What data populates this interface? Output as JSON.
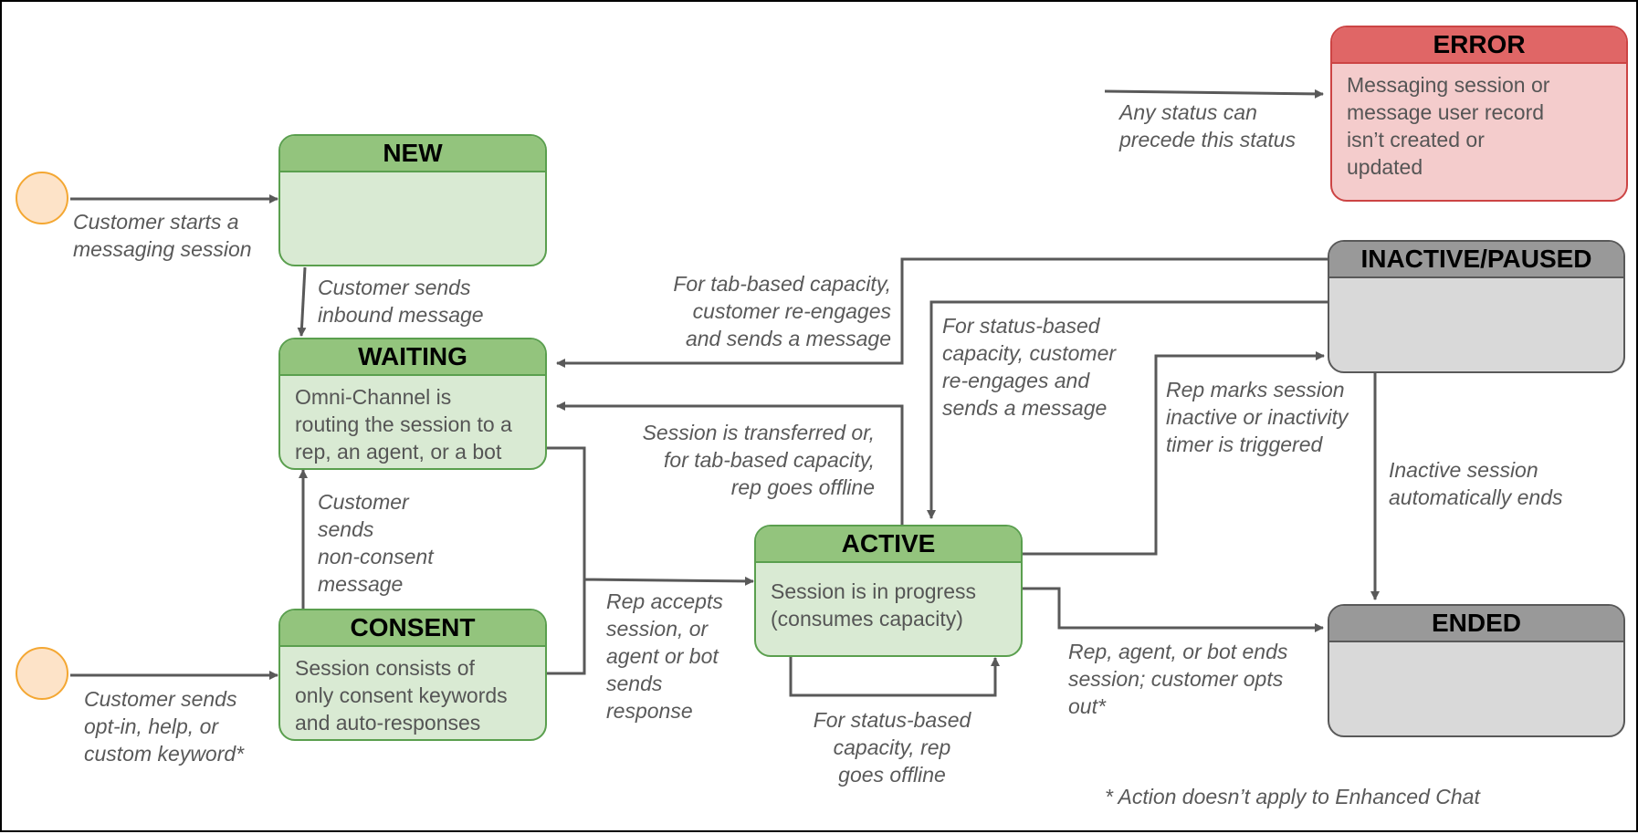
{
  "states": {
    "new": {
      "title": "NEW",
      "body": ""
    },
    "waiting": {
      "title": "WAITING",
      "body": "Omni-Channel is\nrouting the session to a\nrep, an agent, or a bot"
    },
    "consent": {
      "title": "CONSENT",
      "body": "Session consists of\nonly consent keywords\nand auto-responses"
    },
    "active": {
      "title": "ACTIVE",
      "body": "Session is in progress\n(consumes capacity)"
    },
    "error": {
      "title": "ERROR",
      "body": "Messaging session or\nmessage user record\nisn’t created or\nupdated"
    },
    "inactive": {
      "title": "INACTIVE/PAUSED",
      "body": ""
    },
    "ended": {
      "title": "ENDED",
      "body": ""
    }
  },
  "transitions": {
    "start_new": "Customer starts a\nmessaging session",
    "start_consent": "Customer sends\nopt-in, help, or\ncustom keyword*",
    "new_to_waiting": "Customer sends\ninbound message",
    "consent_to_waiting": "Customer\nsends\nnon-consent\nmessage",
    "inactive_to_waiting": "For tab-based capacity,\ncustomer re-engages\nand sends a message",
    "active_to_waiting": "Session is transferred or,\nfor tab-based capacity,\nrep goes offline",
    "waiting_to_active": "Rep accepts\nsession, or\nagent or bot\nsends\nresponse",
    "active_self": "For status-based\ncapacity, rep\ngoes offline",
    "inactive_to_active": "For status-based\ncapacity, customer\nre-engages and\nsends a message",
    "active_to_inactive": "Rep marks session\ninactive or inactivity\ntimer is triggered",
    "inactive_to_ended": "Inactive session\nautomatically ends",
    "active_to_ended": "Rep, agent, or bot ends\nsession; customer opts\nout*",
    "any_to_error": "Any status can\nprecede this status"
  },
  "footnote": "* Action doesn’t apply to Enhanced Chat",
  "colors": {
    "green_fill": "#d9ead3",
    "green_header": "#93c47d",
    "gray_fill": "#d9d9d9",
    "gray_header": "#999999",
    "red_fill": "#f4cccc",
    "red_header": "#e06666",
    "start_fill": "#fde3c8",
    "start_border": "#f4a732",
    "arrow": "#595959"
  }
}
